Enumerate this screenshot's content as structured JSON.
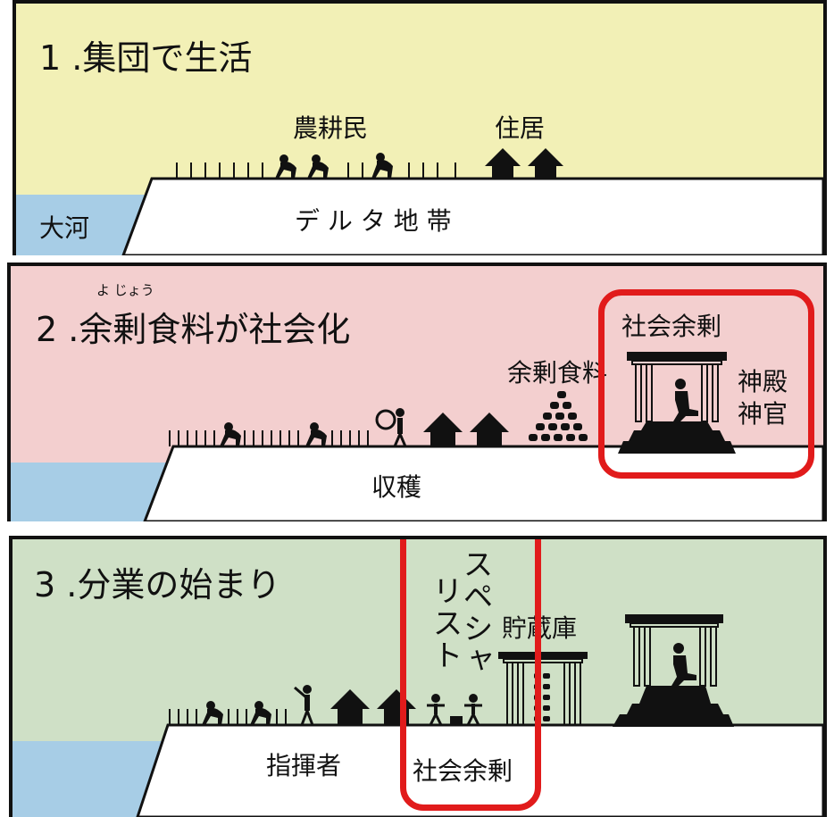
{
  "panels": [
    {
      "title": "1 .集団で生活",
      "labels": {
        "farmers": "農耕民",
        "dwelling": "住居",
        "river": "大河",
        "delta": "デ ル タ 地 帯"
      }
    },
    {
      "title": "2 .余剰食料が社会化",
      "ruby": "よ じょう",
      "labels": {
        "surplus_food": "余剰食料",
        "social_surplus": "社会余剰",
        "temple": "神殿",
        "priest": "神官",
        "harvest": "収穫"
      }
    },
    {
      "title": "3 .分業の始まり",
      "labels": {
        "specialist_col1": "スペシャ",
        "specialist_col2": "リスト",
        "storehouse": "貯蔵庫",
        "leader": "指揮者",
        "social_surplus": "社会余剰"
      }
    }
  ],
  "highlight_color": "#e11b1b"
}
